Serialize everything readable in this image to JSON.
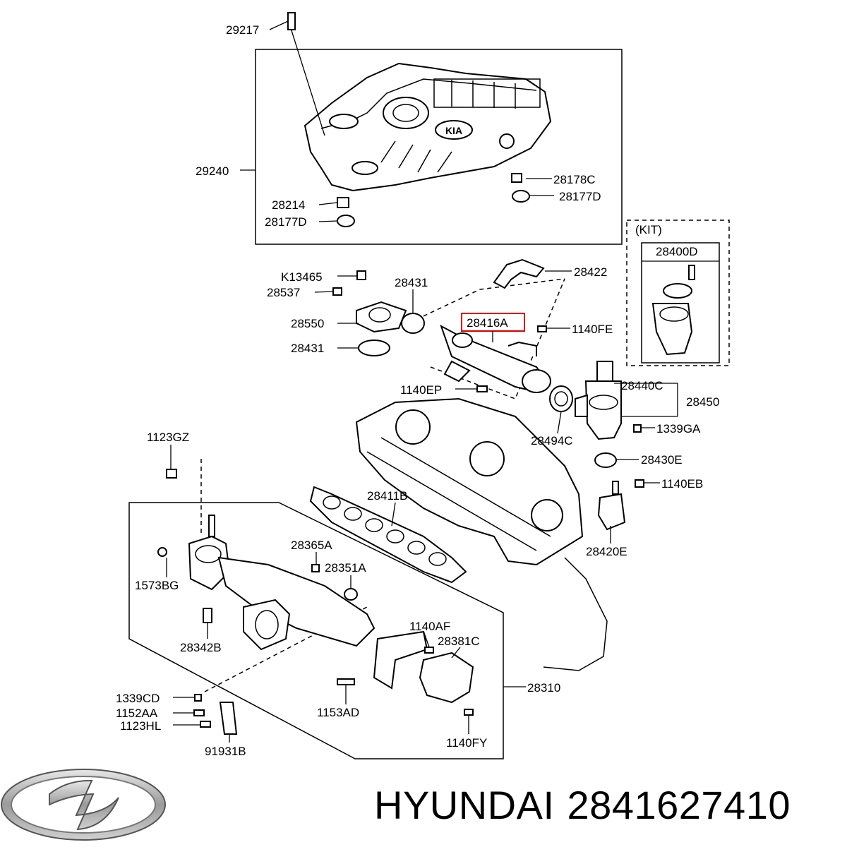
{
  "labels": {
    "p29217": "29217",
    "p29240": "29240",
    "p28214": "28214",
    "p28177D_a": "28177D",
    "p28178C": "28178C",
    "p28177D_b": "28177D",
    "kit": "(KIT)",
    "p28400D": "28400D",
    "pK13465": "K13465",
    "p28537": "28537",
    "p28431_a": "28431",
    "p28550": "28550",
    "p28431_b": "28431",
    "p28422": "28422",
    "p28416A": "28416A",
    "p1140FE": "1140FE",
    "p1140EP": "1140EP",
    "p28440C": "28440C",
    "p28450": "28450",
    "p1339GA": "1339GA",
    "p28494C": "28494C",
    "p28430E": "28430E",
    "p1123GZ": "1123GZ",
    "p1140EB": "1140EB",
    "p28411B": "28411B",
    "p28420E": "28420E",
    "p28365A": "28365A",
    "p28351A": "28351A",
    "p1573BG": "1573BG",
    "p28342B": "28342B",
    "p1140AF": "1140AF",
    "p28381C": "28381C",
    "p28310": "28310",
    "p1339CD": "1339CD",
    "p1152AA": "1152AA",
    "p1123HL": "1123HL",
    "p1153AD": "1153AD",
    "p91931B": "91931B",
    "p1140FY": "1140FY"
  },
  "cover_logo_text": "KIA",
  "highlighted_part": "28416A",
  "highlight_color": "#d40000",
  "footer": {
    "logo_name": "hyundai-logo",
    "brand": "HYUNDAI",
    "part_number": "2841627410"
  }
}
